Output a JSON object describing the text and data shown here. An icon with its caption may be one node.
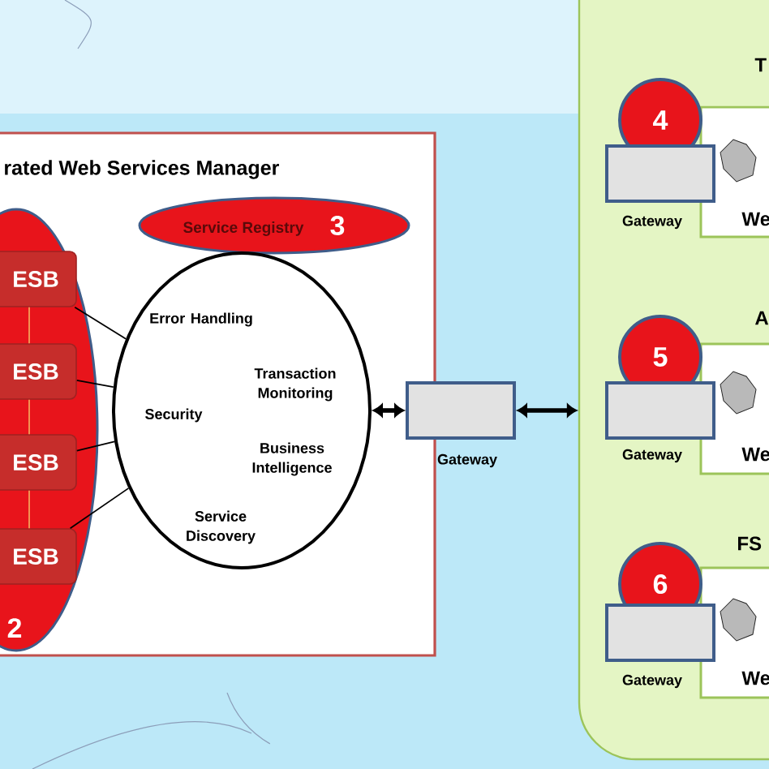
{
  "diagram": {
    "nodes": [
      {
        "text": [
          "rated Web Services Manager"
        ]
      },
      {
        "text": [
          "2"
        ],
        "in": 0
      },
      {
        "text": [
          "ESB"
        ],
        "in": 1
      },
      {
        "text": [
          "ESB"
        ],
        "in": 1
      },
      {
        "text": [
          "ESB"
        ],
        "in": 1
      },
      {
        "text": [
          "ESB"
        ],
        "in": 1
      },
      {
        "text": [
          "Service Registry",
          "3"
        ],
        "in": 0
      },
      {
        "text": [
          "Error Handling",
          "Transaction Monitoring",
          "Security",
          "Business Intelligence",
          "Service Discovery"
        ],
        "in": 0
      },
      {
        "text": [
          "Gateway"
        ]
      },
      {
        "text": [],
        "shape": "box"
      },
      {
        "text": [
          "T",
          "We"
        ],
        "in": 9
      },
      {
        "text": [
          "4"
        ],
        "in": 9
      },
      {
        "text": [
          "Gateway"
        ],
        "in": 9
      },
      {
        "text": [
          "A",
          "We"
        ],
        "in": 9
      },
      {
        "text": [
          "5"
        ],
        "in": 9
      },
      {
        "text": [
          "Gateway"
        ],
        "in": 9
      },
      {
        "text": [
          "FS",
          "We"
        ],
        "in": 9
      },
      {
        "text": [
          "6"
        ],
        "in": 9
      },
      {
        "text": [
          "Gateway"
        ],
        "in": 9
      }
    ],
    "edges": [
      {
        "from": 2,
        "to": 3,
        "arrow": "none",
        "color": "#f5a05a"
      },
      {
        "from": 3,
        "to": 4,
        "arrow": "none",
        "color": "#f5a05a"
      },
      {
        "from": 4,
        "to": 5,
        "arrow": "none",
        "color": "#f5a05a"
      },
      {
        "from": 2,
        "to": 7,
        "arrow": "none"
      },
      {
        "from": 3,
        "to": 7,
        "arrow": "none"
      },
      {
        "from": 4,
        "to": 7,
        "arrow": "none"
      },
      {
        "from": 5,
        "to": 7,
        "arrow": "none"
      },
      {
        "from": 7,
        "to": 8,
        "arrow": "both",
        "style": "thick"
      },
      {
        "from": 8,
        "to": 9,
        "arrow": "both",
        "style": "thick"
      }
    ]
  }
}
